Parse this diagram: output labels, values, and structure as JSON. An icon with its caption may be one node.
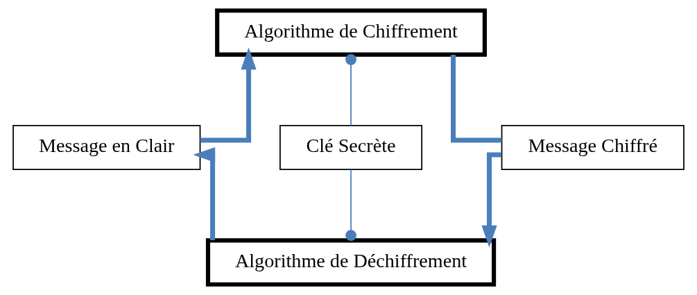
{
  "diagram": {
    "nodes": [
      {
        "text": [
          "Algorithme de Chiffrement"
        ]
      },
      {
        "text": [
          "Message en Clair"
        ]
      },
      {
        "text": [
          "Clé Secrète"
        ]
      },
      {
        "text": [
          "Message Chiffré"
        ]
      },
      {
        "text": [
          "Algorithme de Déchiffrement"
        ]
      }
    ],
    "edges": [
      {
        "from": 1,
        "to": 0,
        "arrow": "to"
      },
      {
        "from": 0,
        "to": 3,
        "arrow": "none"
      },
      {
        "from": 3,
        "to": 4,
        "arrow": "to"
      },
      {
        "from": 4,
        "to": 1,
        "arrow": "to"
      },
      {
        "from": 2,
        "to": 0,
        "arrow": "other"
      },
      {
        "from": 2,
        "to": 4,
        "arrow": "other"
      }
    ]
  }
}
